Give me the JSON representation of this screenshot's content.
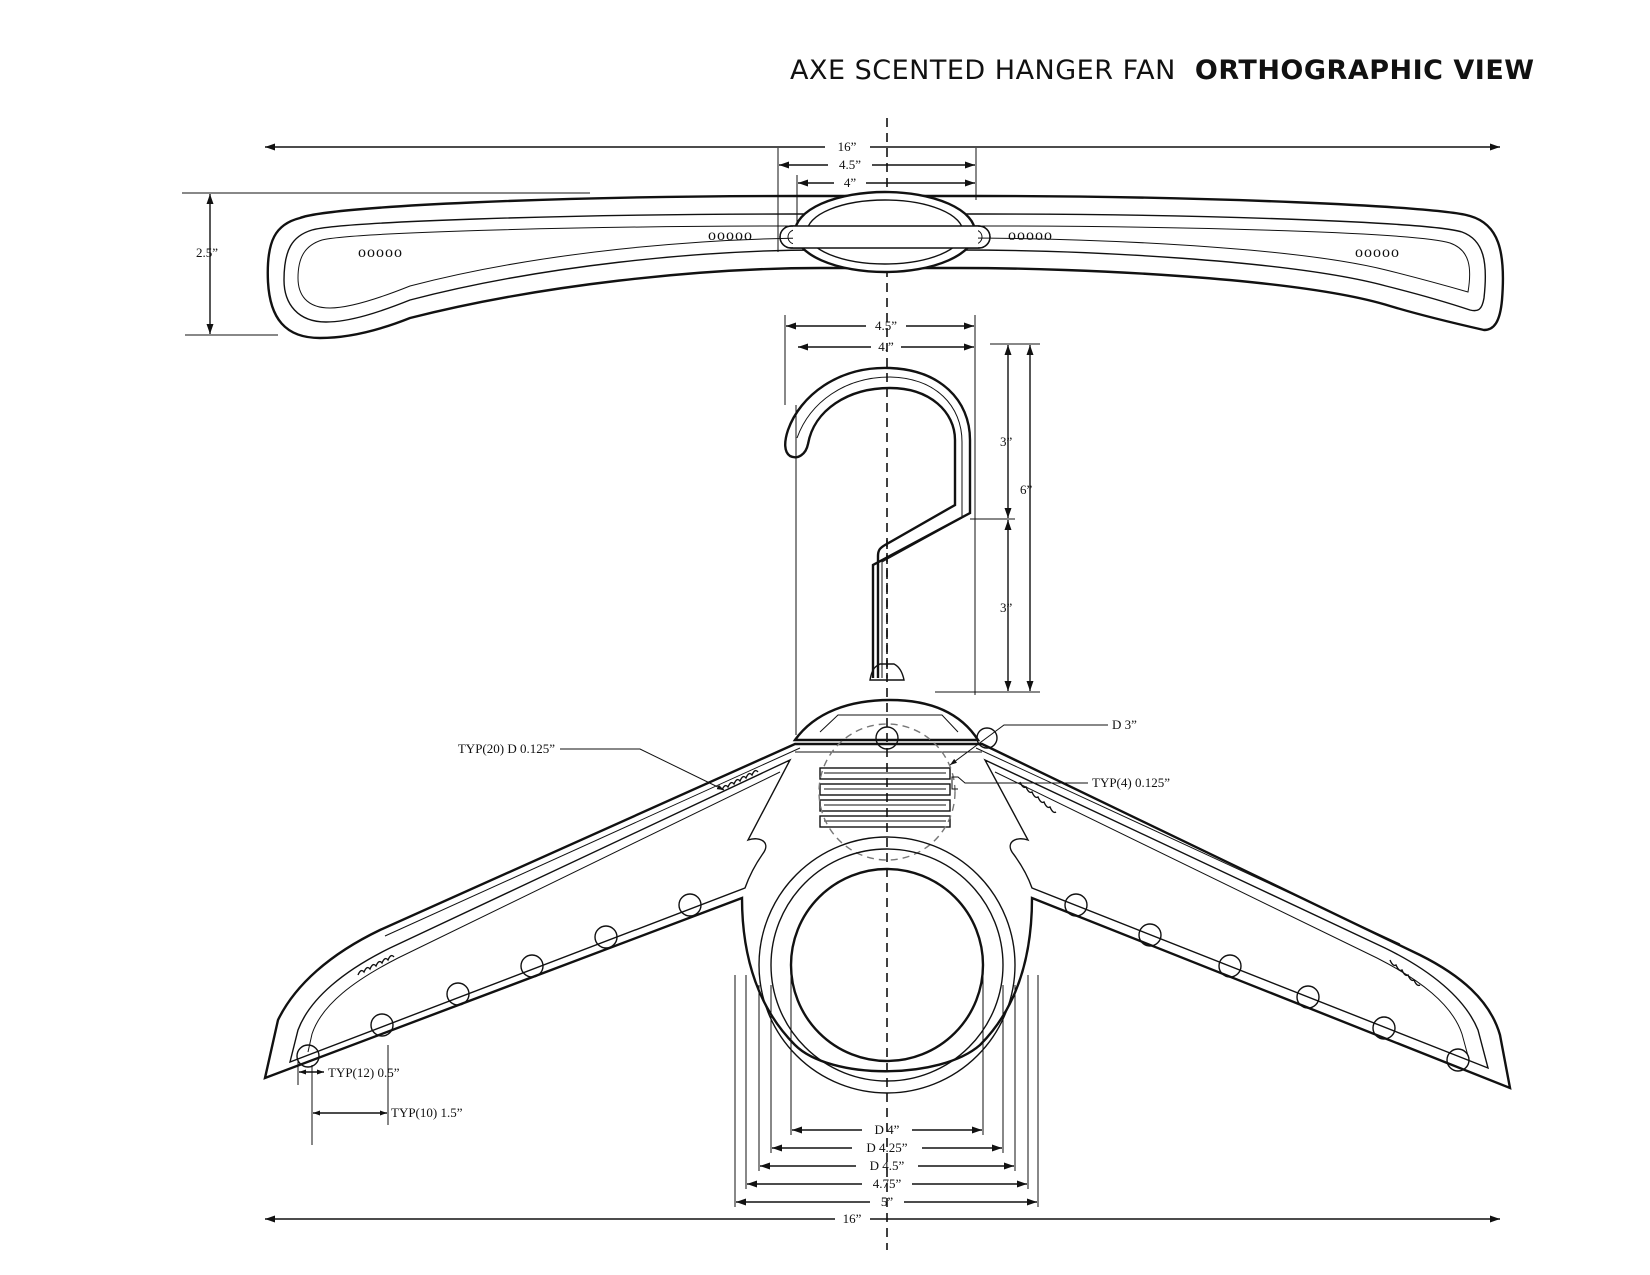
{
  "title": {
    "light": "AXE SCENTED HANGER FAN",
    "bold": "ORTHOGRAPHIC VIEW"
  },
  "top_view": {
    "overall_width": "16”",
    "body_width": "4.5”",
    "inner_width": "4”",
    "depth": "2.5”",
    "vent_dots": "ooooo"
  },
  "hook": {
    "body_width": "4.5”",
    "hook_width": "4.”",
    "total_height": "6”",
    "upper_height": "3”",
    "lower_height": "3”"
  },
  "callouts": {
    "grip_holes": "TYP(20) D 0.125”",
    "fan_diameter": "D 3”",
    "vent_slots": "TYP(4) 0.125”",
    "hole_spacing": "TYP(12) 0.5”",
    "hole_pitch": "TYP(10) 1.5”"
  },
  "ring_dims": [
    "D 4”",
    "D 4.25”",
    "D 4.5”",
    "4.75”",
    "5”"
  ],
  "bottom_width": "16”"
}
